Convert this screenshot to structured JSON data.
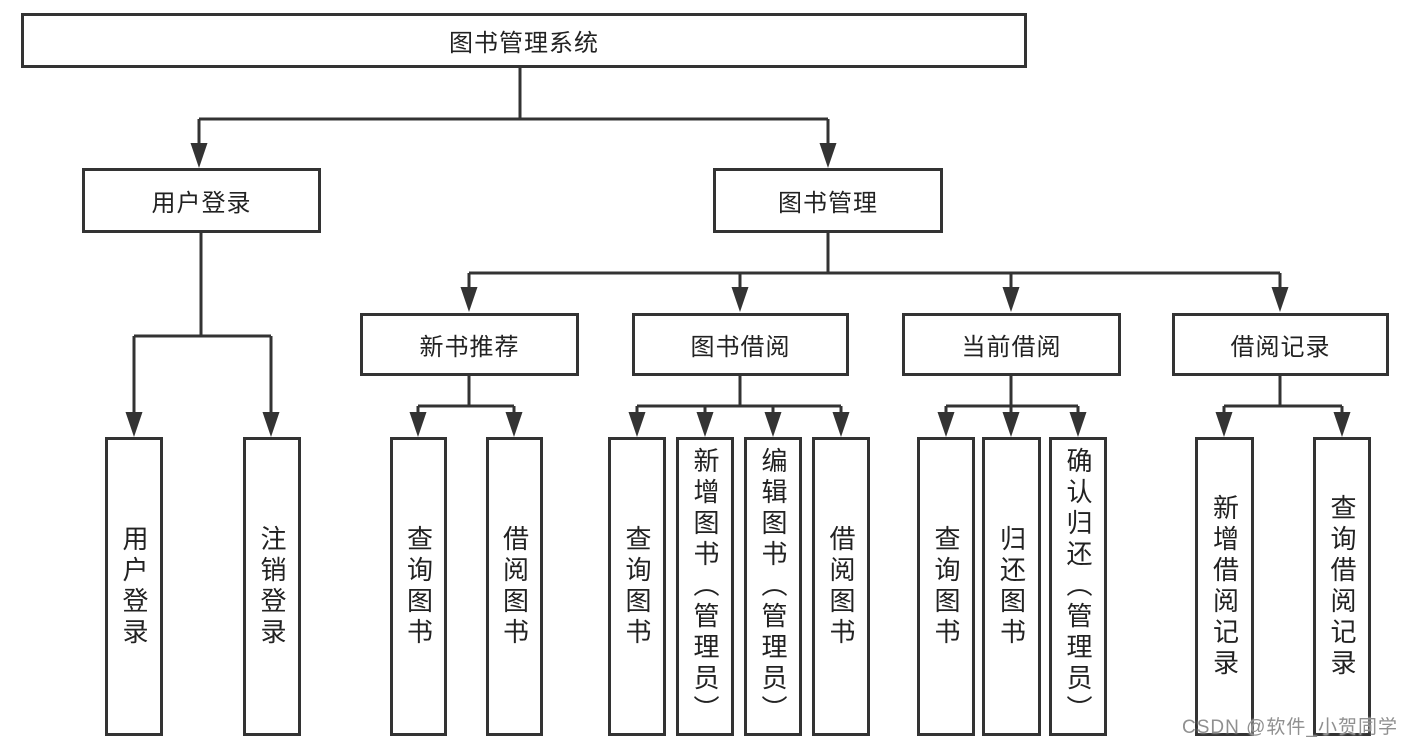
{
  "diagram": {
    "tree": {
      "label": "图书管理系统",
      "children": [
        {
          "label": "用户登录",
          "children": [
            {
              "label": "用户登录"
            },
            {
              "label": "注销登录"
            }
          ]
        },
        {
          "label": "图书管理",
          "children": [
            {
              "label": "新书推荐",
              "children": [
                {
                  "label": "查询图书"
                },
                {
                  "label": "借阅图书"
                }
              ]
            },
            {
              "label": "图书借阅",
              "children": [
                {
                  "label": "查询图书"
                },
                {
                  "label": "新增图书（管理员）"
                },
                {
                  "label": "编辑图书（管理员）"
                },
                {
                  "label": "借阅图书"
                }
              ]
            },
            {
              "label": "当前借阅",
              "children": [
                {
                  "label": "查询图书"
                },
                {
                  "label": "归还图书"
                },
                {
                  "label": "确认归还（管理员）"
                }
              ]
            },
            {
              "label": "借阅记录",
              "children": [
                {
                  "label": "新增借阅记录"
                },
                {
                  "label": "查询借阅记录"
                }
              ]
            }
          ]
        }
      ]
    },
    "colors": {
      "line": "#333333",
      "text": "#222222",
      "box_background": "#ffffff",
      "watermark": "#909090"
    }
  },
  "watermark": {
    "text": "CSDN @软件_小贺同学"
  }
}
